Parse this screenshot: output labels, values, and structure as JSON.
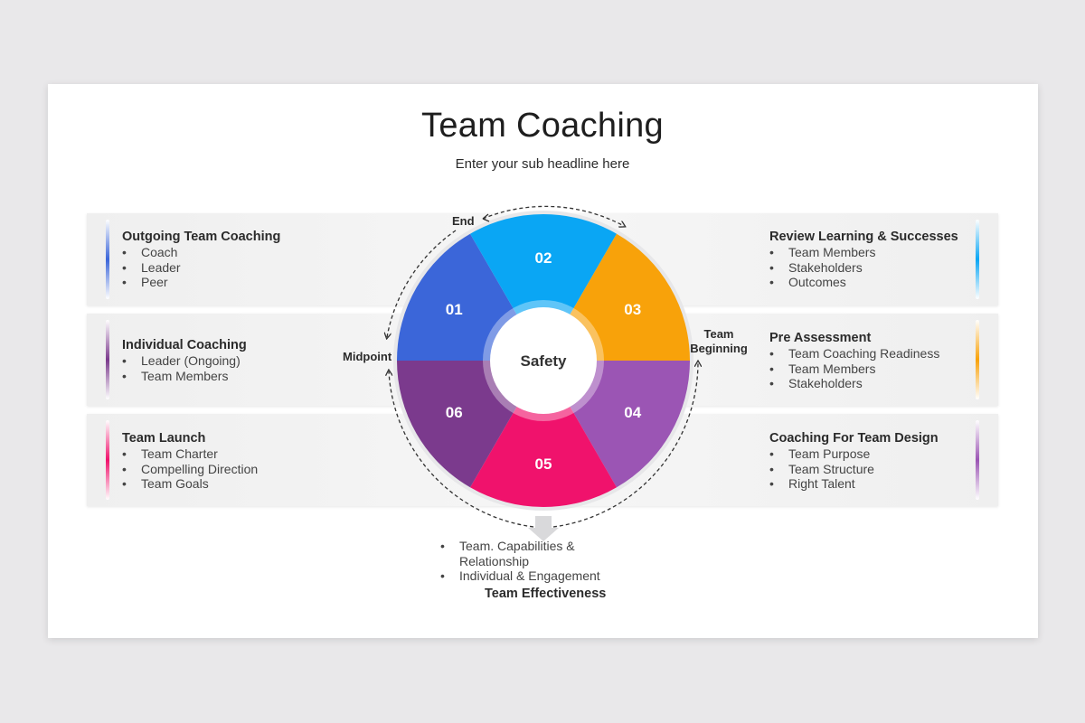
{
  "title": "Team Coaching",
  "subtitle": "Enter your sub headline here",
  "center_label": "Safety",
  "segments": [
    {
      "num": "01",
      "color": "#3b66d9"
    },
    {
      "num": "02",
      "color": "#0aa6f4"
    },
    {
      "num": "03",
      "color": "#f8a20a"
    },
    {
      "num": "04",
      "color": "#9b55b4"
    },
    {
      "num": "05",
      "color": "#f0126c"
    },
    {
      "num": "06",
      "color": "#7b3a8d"
    }
  ],
  "cycle_labels": {
    "end": "End",
    "midpoint": "Midpoint",
    "beginning_line1": "Team",
    "beginning_line2": "Beginning"
  },
  "left_cards": [
    {
      "heading": "Outgoing Team Coaching",
      "items": [
        "Coach",
        "Leader",
        "Peer"
      ],
      "accent": "#3b66d9"
    },
    {
      "heading": "Individual Coaching",
      "items": [
        "Leader (Ongoing)",
        "Team Members"
      ],
      "accent": "#7b3a8d"
    },
    {
      "heading": "Team Launch",
      "items": [
        "Team Charter",
        "Compelling Direction",
        "Team Goals"
      ],
      "accent": "#f0126c"
    }
  ],
  "right_cards": [
    {
      "heading": "Review Learning & Successes",
      "items": [
        "Team Members",
        "Stakeholders",
        "Outcomes"
      ],
      "accent": "#0aa6f4"
    },
    {
      "heading": "Pre Assessment",
      "items": [
        "Team Coaching Readiness",
        "Team Members",
        "Stakeholders"
      ],
      "accent": "#f8a20a"
    },
    {
      "heading": "Coaching For Team Design",
      "items": [
        "Team Purpose",
        "Team Structure",
        "Right Talent"
      ],
      "accent": "#9b55b4"
    }
  ],
  "bottom": {
    "items": [
      "Team. Capabilities & Relationship",
      "Individual & Engagement"
    ],
    "heading": "Team Effectiveness"
  }
}
